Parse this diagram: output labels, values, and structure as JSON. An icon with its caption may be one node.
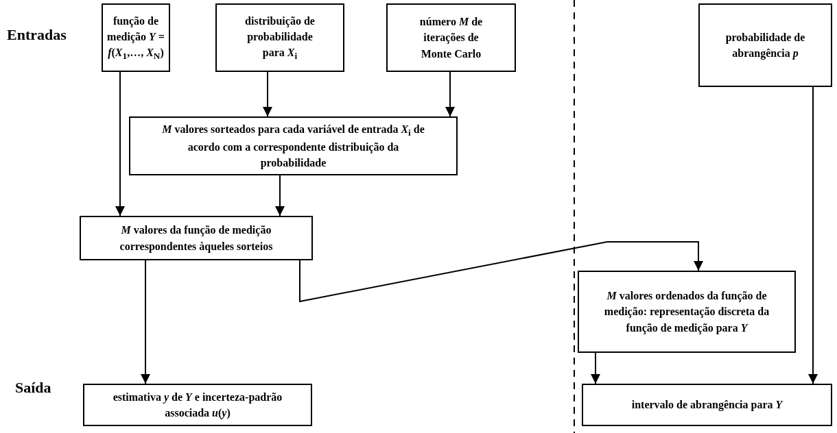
{
  "diagram": {
    "nodes": [
      {
        "text": [
          "função de medição *Y* = *f*(*X*$_{1}$,…, *X*$_{N}$)"
        ]
      },
      {
        "text": [
          "distribuição de probabilidade para *X*$_{i}$"
        ]
      },
      {
        "text": [
          "número *M* de iterações de Monte Carlo"
        ]
      },
      {
        "text": [
          "probabilidade de abrangência *p*"
        ]
      },
      {
        "text": [
          "*M* valores sorteados para cada variável de entrada *X*$_{i}$ de acordo com a correspondente distribuição da probabilidade"
        ]
      },
      {
        "text": [
          "*M* valores da função de medição correspondentes àqueles sorteios"
        ]
      },
      {
        "text": [
          "*M* valores ordenados da função de medição: representação discreta da função de medição para *Y*"
        ]
      },
      {
        "text": [
          "estimativa *y* de *Y* e incerteza-padrão associada *u*(*y*)"
        ]
      },
      {
        "text": [
          "intervalo de abrangência para *Y*"
        ]
      }
    ],
    "edges": [
      {
        "from": 1,
        "to": 4,
        "arrow": "to"
      },
      {
        "from": 2,
        "to": 4,
        "arrow": "to"
      },
      {
        "from": 0,
        "to": 5,
        "arrow": "to"
      },
      {
        "from": 4,
        "to": 5,
        "arrow": "to"
      },
      {
        "from": 5,
        "to": 7,
        "arrow": "to"
      },
      {
        "from": 5,
        "to": 6,
        "arrow": "to"
      },
      {
        "from": 6,
        "to": 8,
        "arrow": "to"
      },
      {
        "from": 3,
        "to": 8,
        "arrow": "to"
      }
    ],
    "labels": [
      "Entradas",
      "Saída"
    ]
  }
}
